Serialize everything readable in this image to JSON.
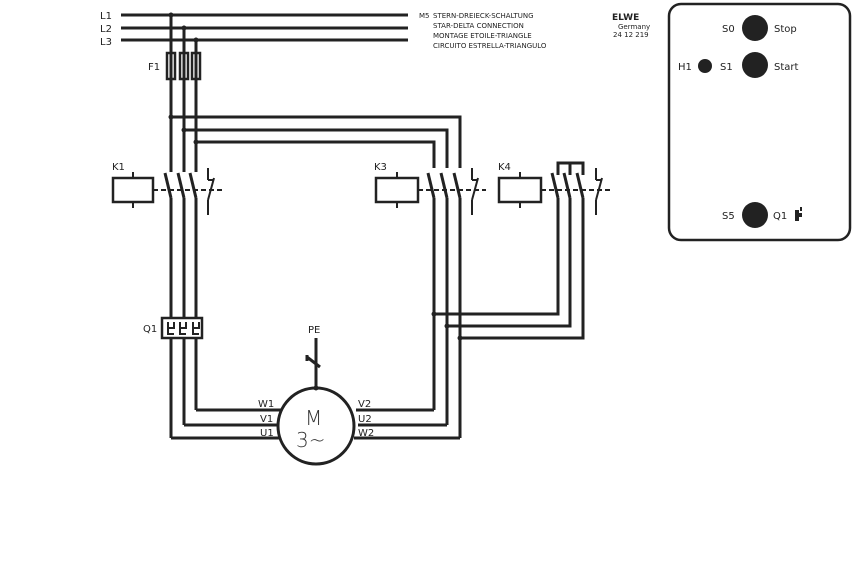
{
  "title": {
    "code": "M5",
    "lines": [
      "STERN-DREIECK-SCHALTUNG",
      "STAR-DELTA CONNECTION",
      "MONTAGE ETOILE-TRIANGLE",
      "CIRCUITO ESTRELLA-TRIANGULO"
    ]
  },
  "brand": {
    "logo": "ELWE",
    "country": "Germany",
    "part_number": "24 12 219"
  },
  "supply": {
    "lines": [
      "L1",
      "L2",
      "L3"
    ]
  },
  "components": {
    "fuse": "F1",
    "contactor_main": "K1",
    "contactor_delta": "K3",
    "contactor_star": "K4",
    "overload": "Q1",
    "earth": "PE",
    "motor": {
      "symbol": "M",
      "phase": "3~",
      "left_terminals": [
        "W1",
        "V1",
        "U1"
      ],
      "right_terminals": [
        "V2",
        "U2",
        "W2"
      ]
    }
  },
  "control_panel": {
    "stop": {
      "id": "S0",
      "label": "Stop"
    },
    "start": {
      "id": "S1",
      "label": "Start"
    },
    "indicator": "H1",
    "reset": {
      "id": "S5",
      "label": "Q1"
    }
  }
}
